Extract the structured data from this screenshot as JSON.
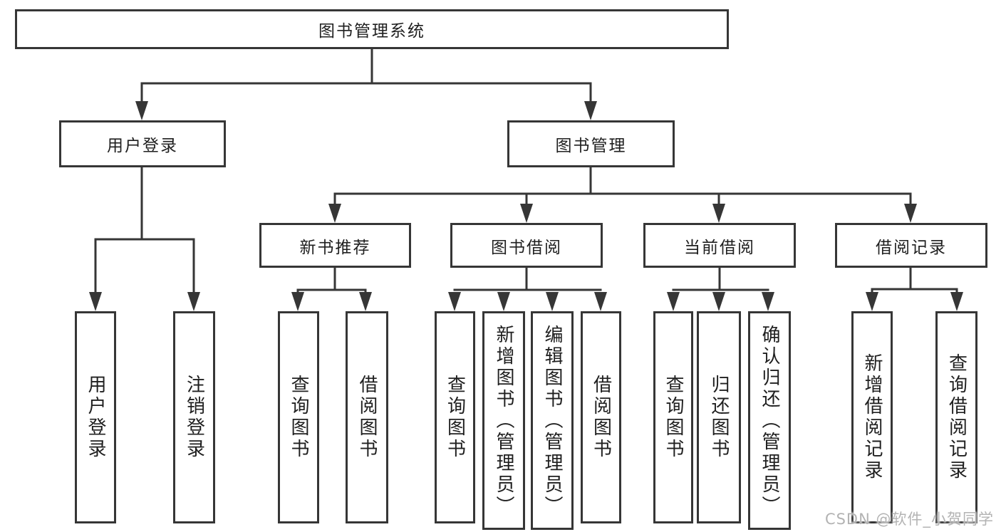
{
  "tree": {
    "label": "图书管理系统",
    "children": [
      {
        "label": "用户登录",
        "children": [
          {
            "label": "用户登录"
          },
          {
            "label": "注销登录"
          }
        ]
      },
      {
        "label": "图书管理",
        "children": [
          {
            "label": "新书推荐",
            "children": [
              {
                "label": "查询图书"
              },
              {
                "label": "借阅图书"
              }
            ]
          },
          {
            "label": "图书借阅",
            "children": [
              {
                "label": "查询图书"
              },
              {
                "label": "新增图书（管理员）"
              },
              {
                "label": "编辑图书（管理员）"
              },
              {
                "label": "借阅图书"
              }
            ]
          },
          {
            "label": "当前借阅",
            "children": [
              {
                "label": "查询图书"
              },
              {
                "label": "归还图书"
              },
              {
                "label": "确认归还（管理员）"
              }
            ]
          },
          {
            "label": "借阅记录",
            "children": [
              {
                "label": "新增借阅记录"
              },
              {
                "label": "查询借阅记录"
              }
            ]
          }
        ]
      }
    ]
  },
  "watermark": {
    "text": "CSDN @软件_小贺同学"
  },
  "colors": {
    "line": "#363636",
    "box_border": "#363636",
    "box_fill": "#ffffff",
    "text": "#1f1f1f",
    "background": "#ffffff",
    "watermark": "#b3b3b3"
  }
}
